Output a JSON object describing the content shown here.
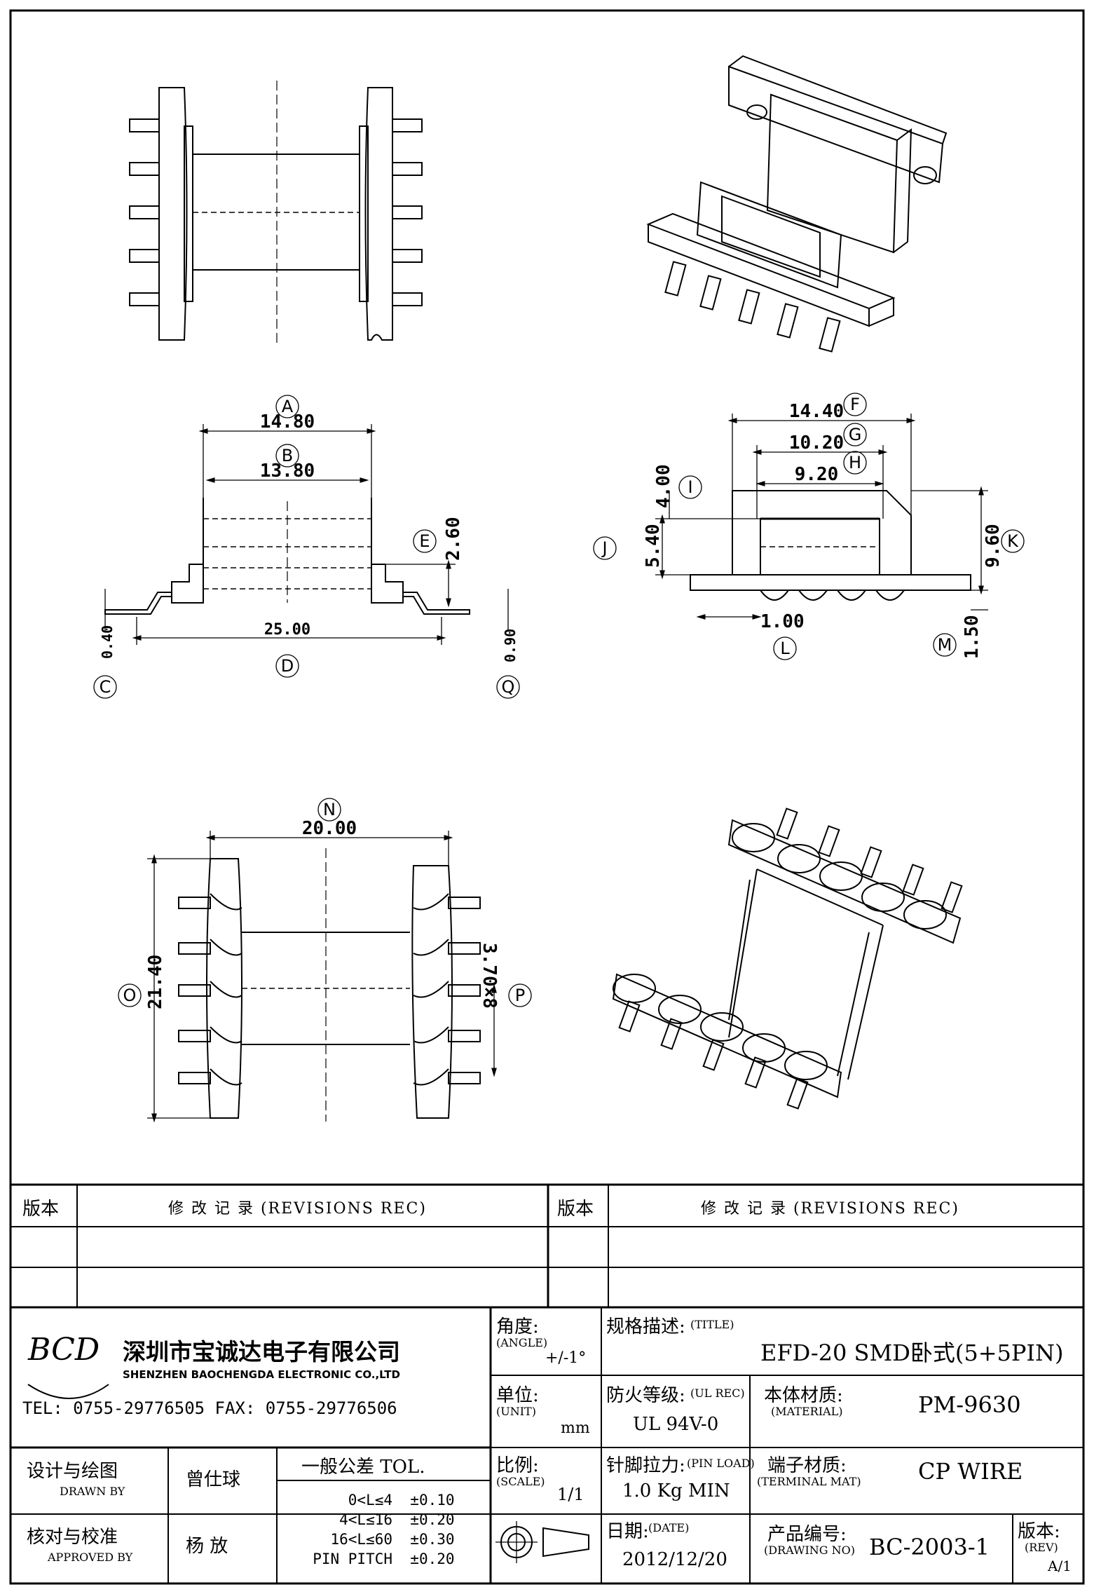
{
  "drawing": {
    "top_view": {
      "labels": {
        "N": "N",
        "O": "O",
        "P": "P"
      },
      "dims": {
        "N": "20.00",
        "O": "21.40",
        "P": "3.70×8"
      }
    },
    "front_view": {
      "labels": {
        "A": "A",
        "B": "B",
        "C": "C",
        "D": "D",
        "E": "E",
        "Q": "Q"
      },
      "dims": {
        "A": "14.80",
        "B": "13.80",
        "C": "0.40",
        "D": "25.00",
        "E": "2.60",
        "Q": "0.90"
      }
    },
    "side_view": {
      "labels": {
        "F": "F",
        "G": "G",
        "H": "H",
        "I": "I",
        "J": "J",
        "K": "K",
        "L": "L",
        "M": "M"
      },
      "dims": {
        "F": "14.40",
        "G": "10.20",
        "H": "9.20",
        "I": "4.00",
        "J": "5.40",
        "K": "9.60",
        "L": "1.00",
        "M": "1.50"
      }
    }
  },
  "revisions": {
    "col_rev": "版本",
    "col_record": "修 改 记 录 (REVISIONS REC)"
  },
  "company": {
    "logo_text": "BCD",
    "name_cn": "深圳市宝诚达电子有限公司",
    "name_en": "SHENZHEN BAOCHENGDA ELECTRONIC CO.,LTD",
    "contact": "TEL: 0755-29776505  FAX: 0755-29776506"
  },
  "title_block": {
    "angle_label": "角度:",
    "angle_en": "(ANGLE)",
    "angle_value": "+/-1°",
    "title_label": "规格描述:",
    "title_en": "(TITLE)",
    "title_value": "EFD-20 SMD卧式(5+5PIN)",
    "unit_label": "单位:",
    "unit_en": "(UNIT)",
    "unit_value": "mm",
    "ul_label": "防火等级:",
    "ul_en": "(UL REC)",
    "ul_value": "UL 94V-0",
    "material_label": "本体材质:",
    "material_en": "(MATERIAL)",
    "material_value": "PM-9630",
    "drawn_label": "设计与绘图",
    "drawn_en": "DRAWN BY",
    "drawn_value": "曾仕球",
    "tol_label": "一般公差 TOL.",
    "tol_rows": [
      {
        "range": "0<L≤4",
        "value": "±0.10"
      },
      {
        "range": "4<L≤16",
        "value": "±0.20"
      },
      {
        "range": "16<L≤60",
        "value": "±0.30"
      },
      {
        "range": "PIN PITCH",
        "value": "±0.20"
      }
    ],
    "scale_label": "比例:",
    "scale_en": "(SCALE)",
    "scale_value": "1/1",
    "pinload_label": "针脚拉力:",
    "pinload_en": "(PIN LOAD)",
    "pinload_value": "1.0 Kg MIN",
    "terminal_label": "端子材质:",
    "terminal_en": "(TERMINAL MAT)",
    "terminal_value": "CP WIRE",
    "approved_label": "核对与校准",
    "approved_en": "APPROVED BY",
    "approved_value": "杨  放",
    "date_label": "日期:",
    "date_en": "(DATE)",
    "date_value": "2012/12/20",
    "dwgno_label": "产品编号:",
    "dwgno_en": "(DRAWING NO)",
    "dwgno_value": "BC-2003-1",
    "rev_label": "版本:",
    "rev_en": "(REV)",
    "rev_value": "A/1"
  }
}
